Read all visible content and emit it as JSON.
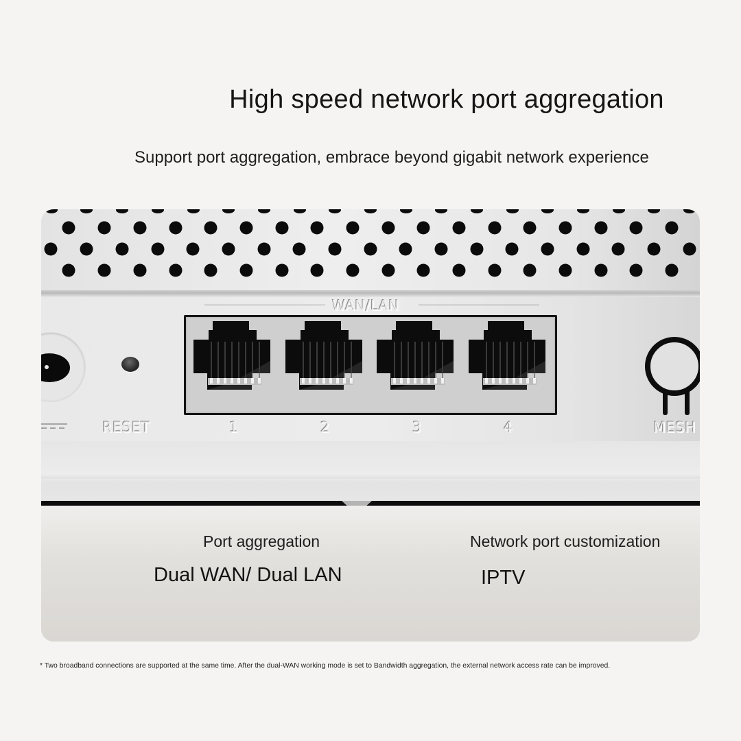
{
  "header": {
    "title": "High speed network port aggregation",
    "subtitle": "Support port aggregation, embrace beyond gigabit network experience"
  },
  "device": {
    "icons": [
      "vent-grill",
      "power-jack-icon",
      "reset-button-icon",
      "rj45-port-icon",
      "mesh-button-icon"
    ],
    "labels": {
      "power_symbol": "DC power symbol",
      "reset": "RESET",
      "port_group": "WAN/LAN",
      "mesh": "MESH"
    },
    "ports": [
      {
        "number": "1"
      },
      {
        "number": "2"
      },
      {
        "number": "3"
      },
      {
        "number": "4"
      }
    ]
  },
  "features": [
    {
      "label": "Port aggregation",
      "value": "Dual WAN/ Dual LAN"
    },
    {
      "label": "Network port customization",
      "value": "IPTV"
    }
  ],
  "footnote": "* Two broadband connections are supported at the same time. After the dual-WAN working mode is set to Bandwidth aggregation, the external network access rate can be improved.",
  "colors": {
    "background": "#f5f4f2",
    "device_body": "#e8e8e8",
    "port_black": "#0d0d0d",
    "text": "#1a1a1a"
  }
}
